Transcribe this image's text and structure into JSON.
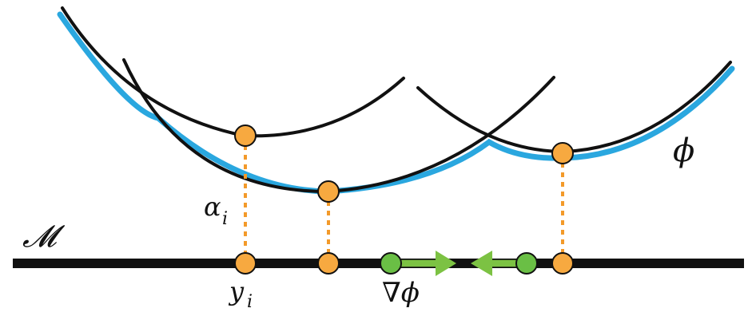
{
  "labels": {
    "manifold": "𝓜",
    "phi": "ϕ",
    "alpha_sym": "α",
    "alpha_sub": "i",
    "y_sym": "y",
    "y_sub": "i",
    "grad": "∇ϕ"
  },
  "colors": {
    "curve": "#111111",
    "envelope": "#2aa7df",
    "point_fill": "#f7a940",
    "dotted_link": "#f39a2a",
    "gradient_dot": "#6abf45",
    "gradient_arrow": "#7cc243",
    "manifold_line": "#111111",
    "outline": "#111111"
  }
}
